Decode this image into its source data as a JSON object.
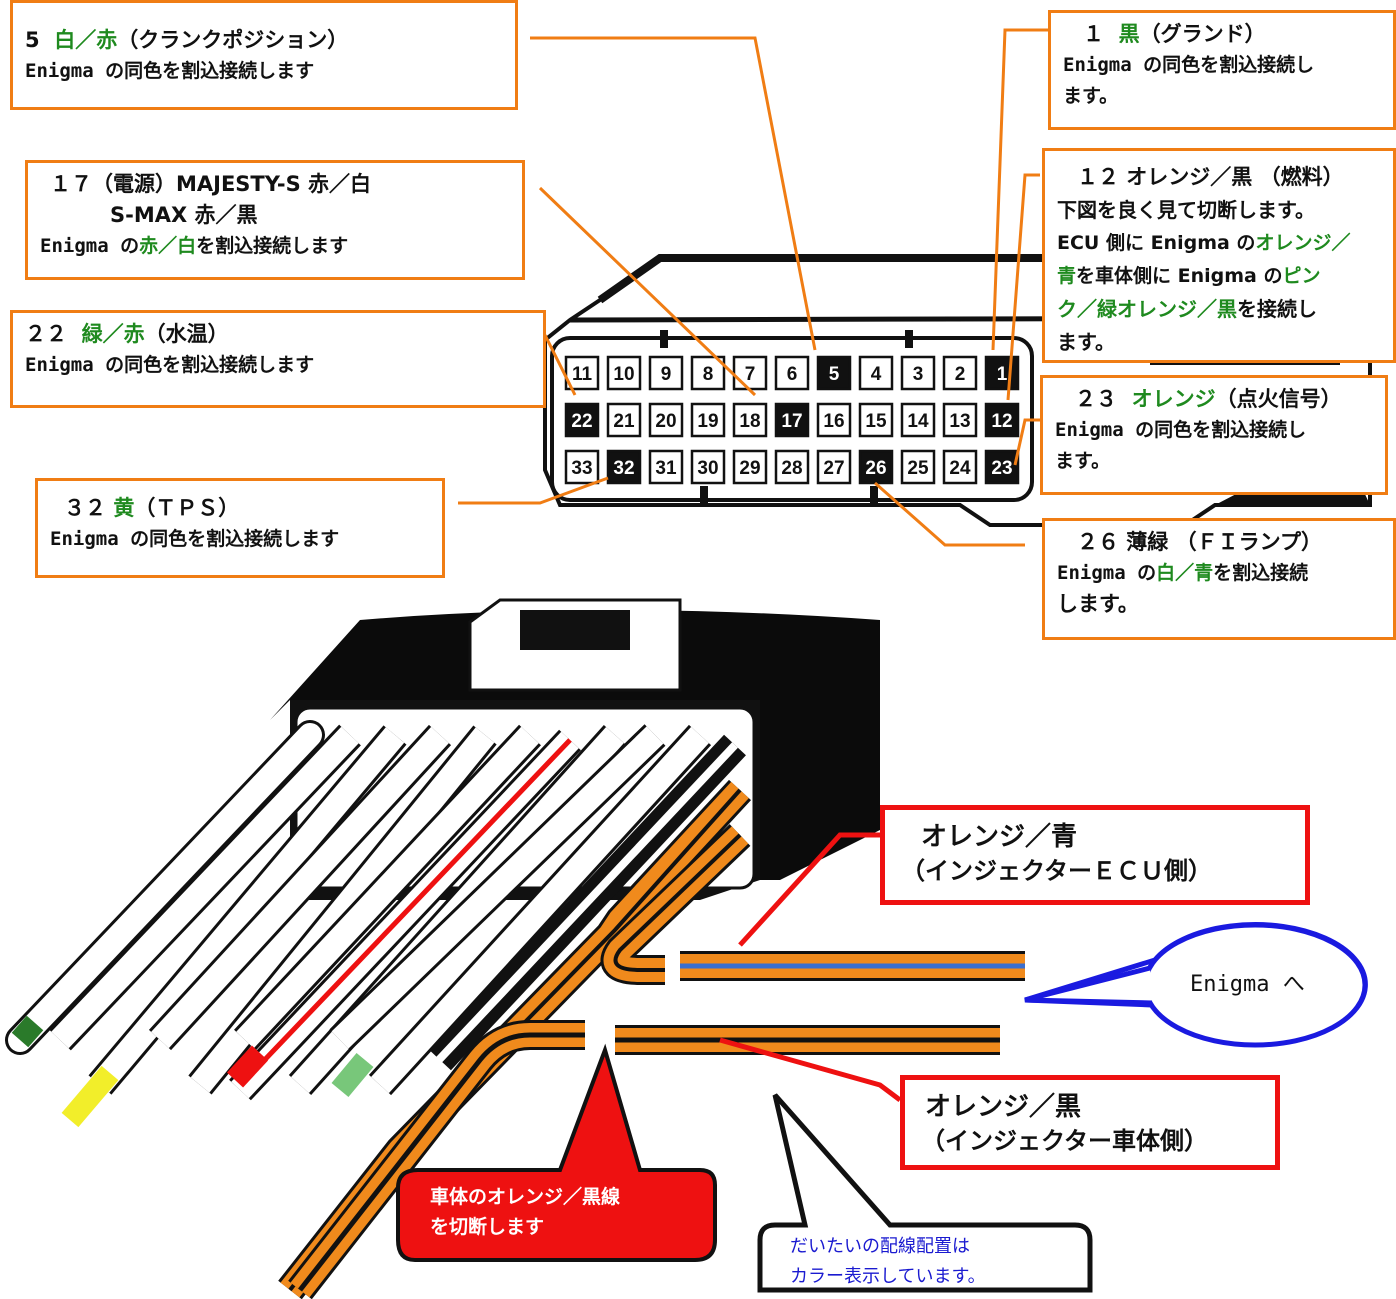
{
  "boxes": {
    "pin5": {
      "line1_num": "5",
      "line1_color": "白／赤",
      "line1_rest": "（クランクポジション）",
      "line2": "Enigma の同色を割込接続します"
    },
    "pin17": {
      "line1": "１７（電源）MAJESTY-S 赤／白",
      "line2": "S-MAX 赤／黒",
      "line3_pre": "Enigma の",
      "line3_color": "赤／白",
      "line3_post": "を割込接続します"
    },
    "pin22": {
      "line1_num": "２２",
      "line1_color": "緑／赤",
      "line1_rest": "（水温）",
      "line2": "Enigma の同色を割込接続します"
    },
    "pin32": {
      "line1_num": "３２",
      "line1_color": "黄",
      "line1_rest": "（ＴＰＳ）",
      "line2": "Enigma の同色を割込接続します"
    },
    "pin1": {
      "line1_num": "１",
      "line1_color": "黒",
      "line1_rest": "（グランド）",
      "line2": "Enigma の同色を割込接続し",
      "line3": "ます。"
    },
    "pin12": {
      "line1": "１２ オレンジ／黒 （燃料）",
      "line2": "下図を良く見て切断します。",
      "line3_pre": "ECU 側に Enigma の",
      "line3_color": "オレンジ／",
      "line4_color": "青",
      "line4_mid": "を車体側に Enigma の",
      "line4_color2": "ピン",
      "line5_color": "ク／緑オレンジ／黒",
      "line5_post": "を接続し",
      "line6": "ます。"
    },
    "pin23": {
      "line1_num": "２３",
      "line1_color": "オレンジ",
      "line1_rest": "（点火信号）",
      "line2": "Enigma の同色を割込接続し",
      "line3": "ます。"
    },
    "pin26": {
      "line1": "２６ 薄緑 （ＦＩランプ）",
      "line2_pre": "Enigma の",
      "line2_color": "白／青",
      "line2_post": "を割込接続",
      "line3": "します。"
    }
  },
  "connector_pins": {
    "row1": [
      "11",
      "10",
      "9",
      "8",
      "7",
      "6",
      "5",
      "4",
      "3",
      "2",
      "1"
    ],
    "row2": [
      "22",
      "21",
      "20",
      "19",
      "18",
      "17",
      "16",
      "15",
      "14",
      "13",
      "12"
    ],
    "row3": [
      "33",
      "32",
      "31",
      "30",
      "29",
      "28",
      "27",
      "26",
      "25",
      "24",
      "23"
    ],
    "highlighted": [
      "5",
      "1",
      "22",
      "17",
      "12",
      "32",
      "26",
      "23"
    ]
  },
  "labels": {
    "orange_blue_title": "オレンジ／青",
    "orange_blue_sub": "（インジェクターＥＣＵ側）",
    "orange_black_title": "オレンジ／黒",
    "orange_black_sub": "（インジェクター車体側）",
    "enigma": "Enigma へ",
    "cut_note_1": "車体のオレンジ／黒線",
    "cut_note_2": "を切断します",
    "color_note_1": "だいたいの配線配置は",
    "color_note_2": "カラー表示しています。"
  },
  "colors": {
    "leader": "#f07d14",
    "highlight_text": "#1f8a1f",
    "red_frame": "#ee1111",
    "enigma_ellipse": "#1a1ae0",
    "wire_orange": "#f08a1c",
    "wire_blue_stripe": "#3a6fd0",
    "note_blue_text": "#1a1ad0"
  }
}
